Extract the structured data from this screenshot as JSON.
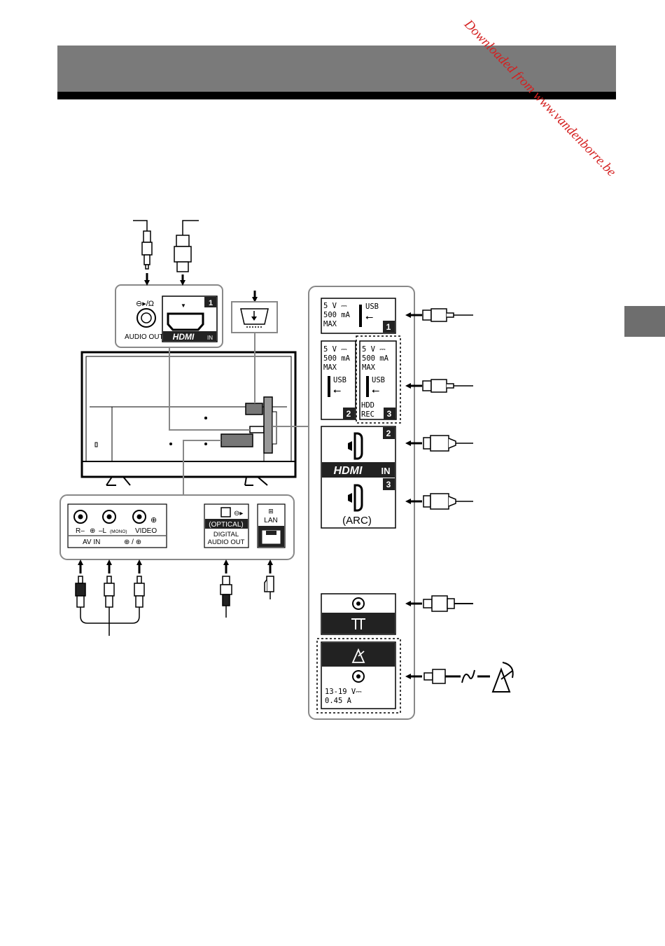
{
  "watermark": "Downloaded from www.vandenborre.be",
  "colors": {
    "header": "#7a7a7a",
    "side_tab": "#6e6e6e",
    "watermark": "#d42020",
    "panel_dark": "#222222"
  },
  "top_panel": {
    "audio_symbol": "⊖▸/Ω",
    "audio_out": "AUDIO OUT",
    "hdmi_number": "1",
    "hdmi_logo": "HDMI",
    "hdmi_in": "IN"
  },
  "usb_panel": {
    "port1": {
      "spec_lines": [
        "5 V ⎓",
        "500 mA",
        "MAX"
      ],
      "usb": "USB",
      "number": "1"
    },
    "port2": {
      "spec_lines": [
        "5 V ⎓",
        "500 mA",
        "MAX"
      ],
      "usb": "USB",
      "number": "2"
    },
    "port3": {
      "spec_lines": [
        "5 V ⎓",
        "500 mA",
        "MAX"
      ],
      "usb": "USB",
      "number": "3",
      "hdd_lines": [
        "HDD",
        "REC"
      ]
    }
  },
  "hdmi_panel": {
    "port2_number": "2",
    "logo": "HDMI",
    "in": "IN",
    "port3_number": "3",
    "arc": "(ARC)"
  },
  "satellite": {
    "spec_line1": "13-19 V⎓",
    "spec_line2": "0.45 A"
  },
  "av_panel": {
    "r_label": "R–",
    "l_label": "–L",
    "mono": "(MONO)",
    "video": "VIDEO",
    "av_in": "AV IN",
    "optical": "(OPTICAL)",
    "digital": "DIGITAL",
    "audio_out": "AUDIO OUT",
    "lan": "LAN"
  }
}
